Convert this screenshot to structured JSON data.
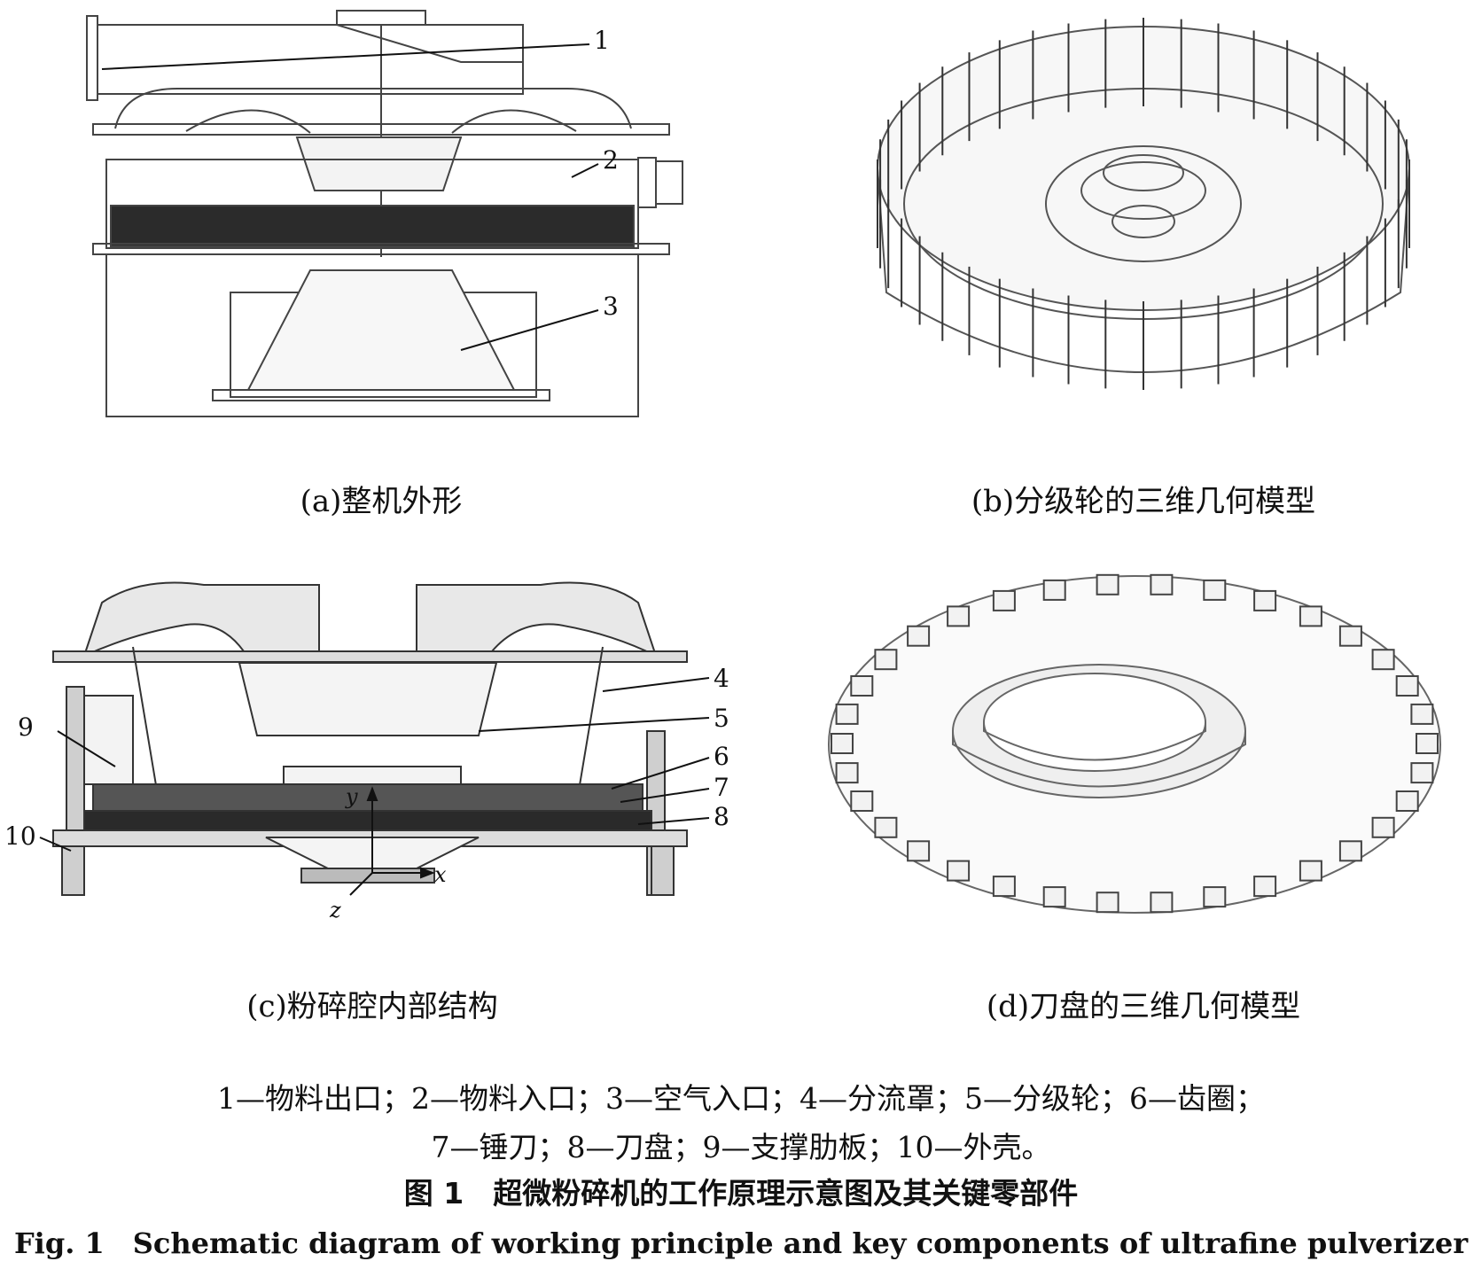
{
  "panels": {
    "a": {
      "caption": "(a)整机外形",
      "callouts": [
        "1",
        "2",
        "3"
      ]
    },
    "b": {
      "caption": "(b)分级轮的三维几何模型"
    },
    "c": {
      "caption": "(c)粉碎腔内部结构",
      "callouts": [
        "4",
        "5",
        "6",
        "7",
        "8",
        "9",
        "10"
      ],
      "axes": {
        "y": "y",
        "x": "x",
        "z": "z"
      }
    },
    "d": {
      "caption": "(d)刀盘的三维几何模型"
    }
  },
  "legend": {
    "line1": "1—物料出口；2—物料入口；3—空气入口；4—分流罩；5—分级轮；6—齿圈；",
    "line2": "7—锤刀；8—刀盘；9—支撑肋板；10—外壳。"
  },
  "figure": {
    "title_cn": "图 1　超微粉碎机的工作原理示意图及其关键零部件",
    "title_en": "Fig. 1　Schematic diagram of working principle and key components of ultrafine pulverizer"
  }
}
